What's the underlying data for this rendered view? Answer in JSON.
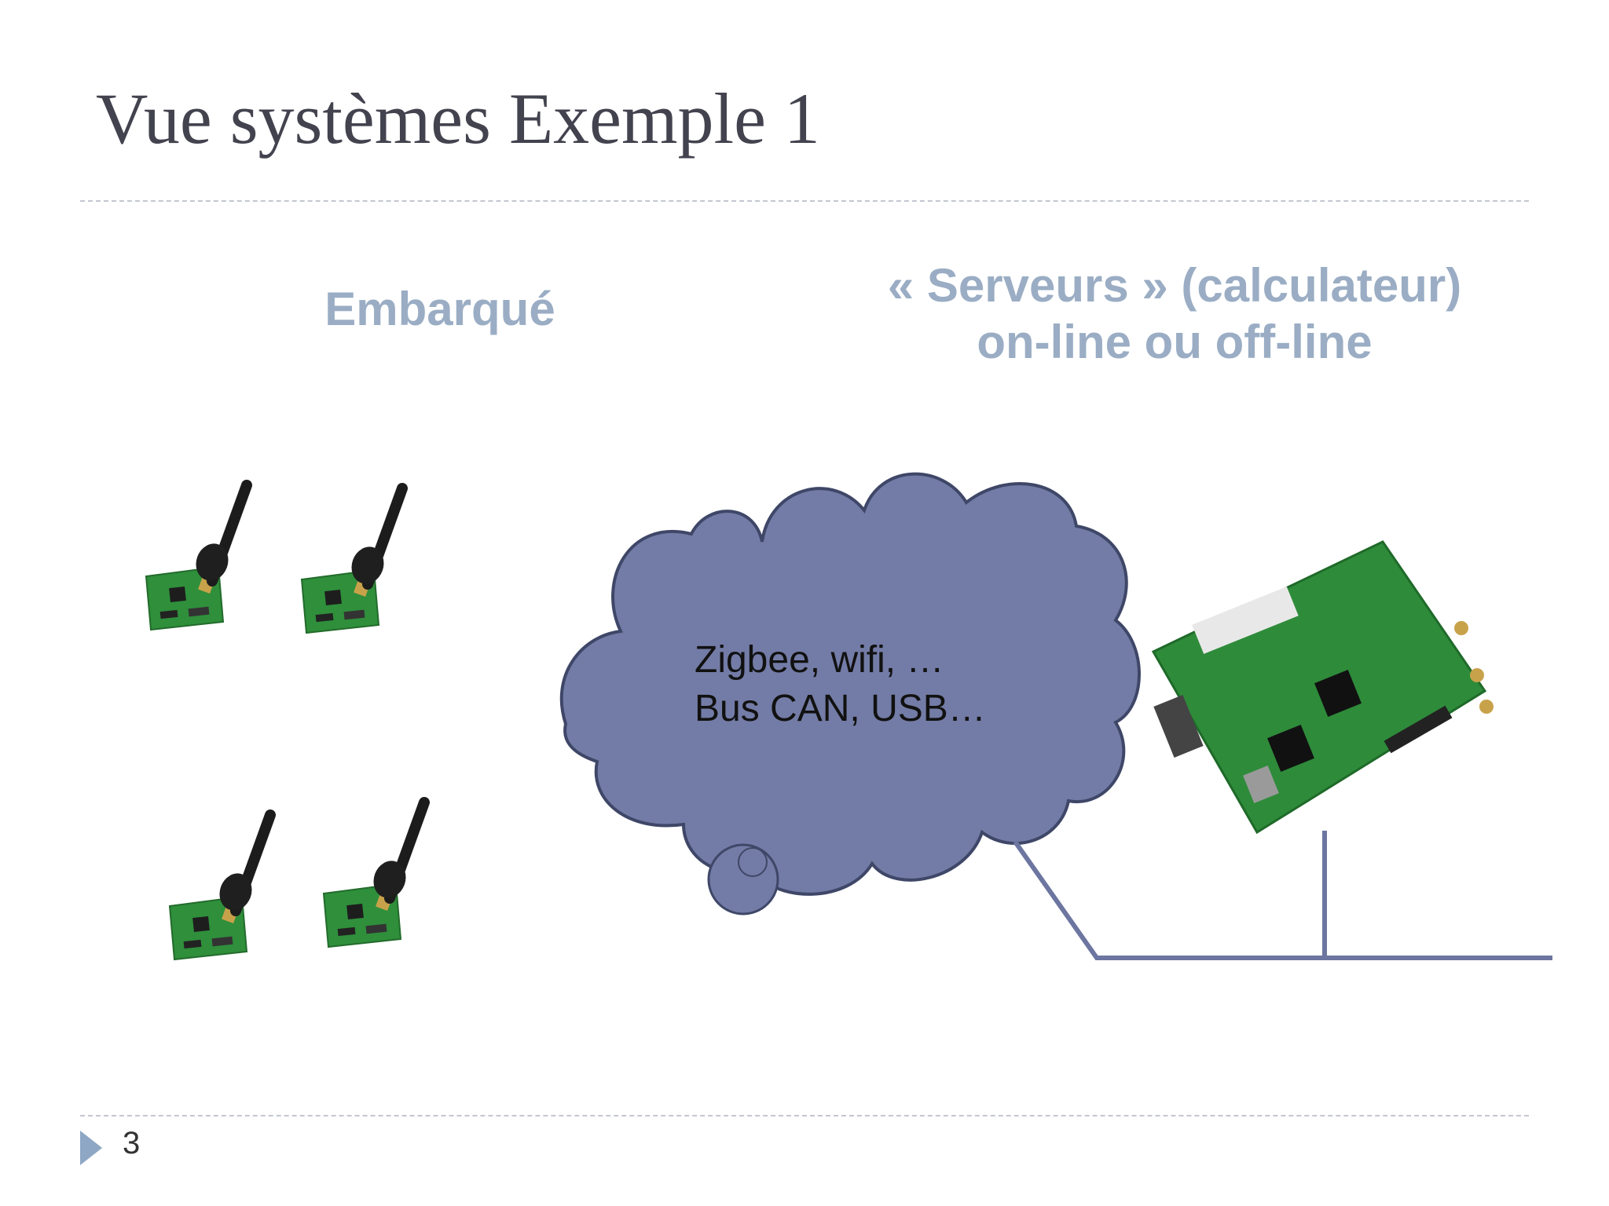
{
  "slide": {
    "title": "Vue systèmes Exemple 1",
    "left_heading": "Embarqué",
    "right_heading_line1": "« Serveurs » (calculateur)",
    "right_heading_line2": "on-line ou off-line",
    "cloud_line1": "Zigbee, wifi, …",
    "cloud_line2": "Bus CAN, USB…",
    "page_number": "3"
  },
  "colors": {
    "title": "#43434f",
    "heading": "#9aadc4",
    "cloud_fill": "#737ca6",
    "cloud_stroke": "#3f4768",
    "network_line": "#6c76a0",
    "pcb_green": "#2e8b3a",
    "antenna": "#1c1c1c"
  },
  "icons": [
    "zigbee-module-icon",
    "embedded-board-icon",
    "cloud-shape",
    "bullet-triangle-icon"
  ]
}
